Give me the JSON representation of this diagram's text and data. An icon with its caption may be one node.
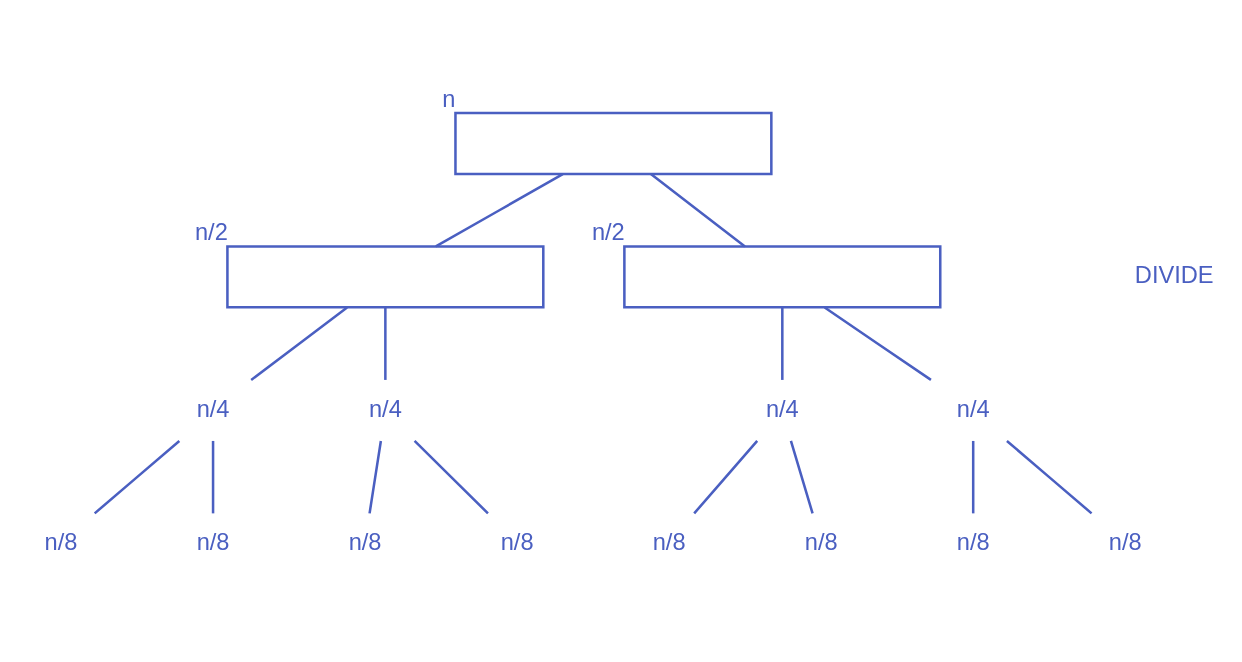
{
  "diagram": {
    "nodes": [
      {
        "text": [],
        "shape": "box",
        "beside": [
          "n"
        ]
      },
      {
        "text": [],
        "shape": "box",
        "beside": [
          "n/2"
        ]
      },
      {
        "text": [],
        "shape": "box",
        "beside": [
          "n/2"
        ]
      },
      {
        "text": [
          "n/4"
        ]
      },
      {
        "text": [
          "n/4"
        ]
      },
      {
        "text": [
          "n/4"
        ]
      },
      {
        "text": [
          "n/4"
        ]
      },
      {
        "text": [
          "n/8"
        ]
      },
      {
        "text": [
          "n/8"
        ]
      },
      {
        "text": [
          "n/8"
        ]
      },
      {
        "text": [
          "n/8"
        ]
      },
      {
        "text": [
          "n/8"
        ]
      },
      {
        "text": [
          "n/8"
        ]
      },
      {
        "text": [
          "n/8"
        ]
      },
      {
        "text": [
          "n/8"
        ]
      }
    ],
    "edges": [
      {
        "from": 0,
        "to": 1,
        "arrow": "none"
      },
      {
        "from": 0,
        "to": 2,
        "arrow": "none"
      },
      {
        "from": 1,
        "to": 3,
        "arrow": "none"
      },
      {
        "from": 1,
        "to": 4,
        "arrow": "none"
      },
      {
        "from": 2,
        "to": 5,
        "arrow": "none"
      },
      {
        "from": 2,
        "to": 6,
        "arrow": "none"
      },
      {
        "from": 3,
        "to": 7,
        "arrow": "none"
      },
      {
        "from": 3,
        "to": 8,
        "arrow": "none"
      },
      {
        "from": 4,
        "to": 9,
        "arrow": "none"
      },
      {
        "from": 4,
        "to": 10,
        "arrow": "none"
      },
      {
        "from": 5,
        "to": 11,
        "arrow": "none"
      },
      {
        "from": 5,
        "to": 12,
        "arrow": "none"
      },
      {
        "from": 6,
        "to": 13,
        "arrow": "none"
      },
      {
        "from": 6,
        "to": 14,
        "arrow": "none"
      }
    ],
    "labels": [
      "DIVIDE"
    ]
  }
}
